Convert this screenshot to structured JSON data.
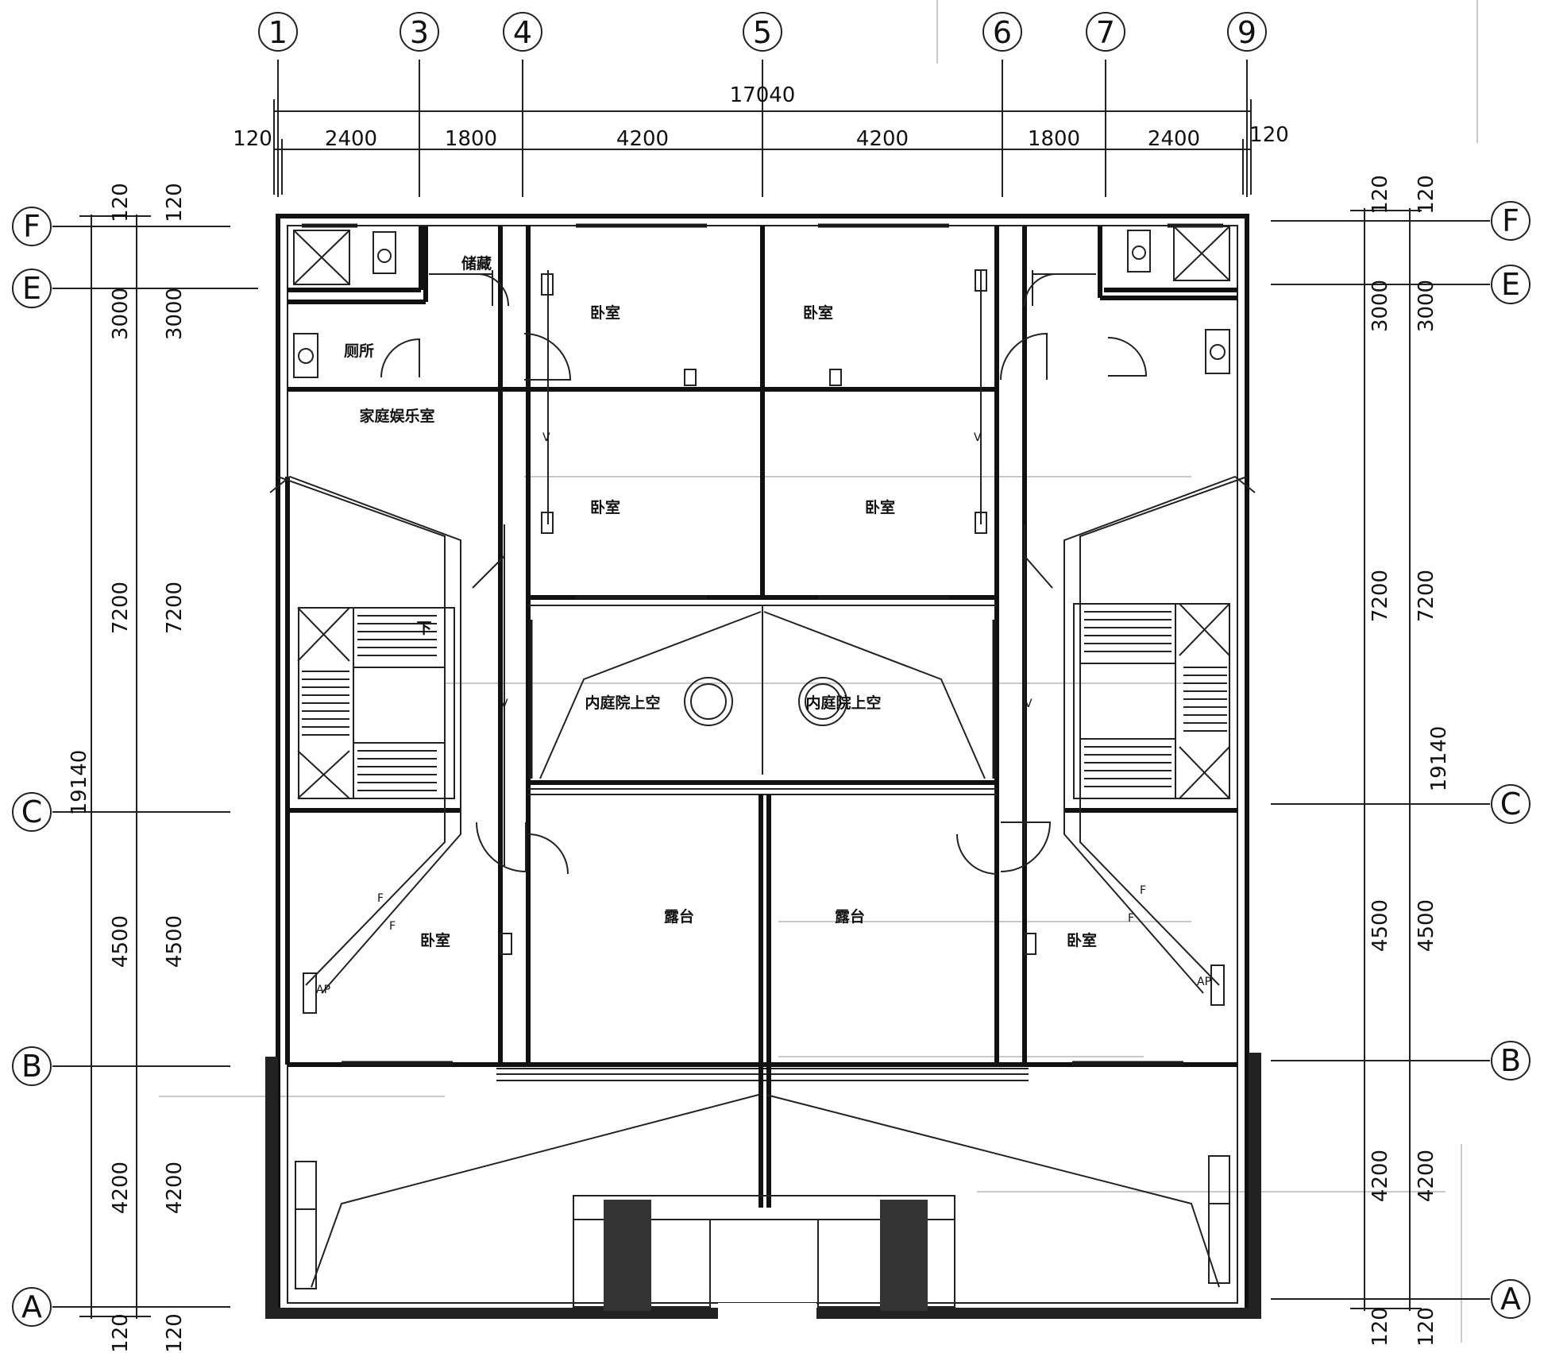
{
  "drawing": {
    "title": "",
    "axes_top": [
      "1",
      "3",
      "4",
      "5",
      "6",
      "7",
      "9"
    ],
    "axes_side": [
      "F",
      "E",
      "C",
      "B",
      "A"
    ],
    "dims_top": {
      "overall": "17040",
      "segments": [
        "120",
        "2400",
        "1800",
        "4200",
        "4200",
        "1800",
        "2400",
        "120"
      ]
    },
    "dims_left": {
      "overall": "19140",
      "segments": [
        "120",
        "3000",
        "7200",
        "4500",
        "4200",
        "120"
      ]
    },
    "dims_right": {
      "overall": "19140",
      "segments": [
        "120",
        "3000",
        "7200",
        "4500",
        "4200",
        "120"
      ]
    },
    "rooms": {
      "bedroom": "卧室",
      "toilet": "厕所",
      "storage": "储藏",
      "family_room": "家庭娱乐室",
      "courtyard_void": "内庭院上空",
      "terrace": "露台",
      "down": "下"
    },
    "equipment": {
      "ap_tag": "AP",
      "v_tag": "V",
      "f_tag": "F"
    },
    "colors": {
      "line": "#1a1a1a",
      "background": "#ffffff",
      "ghost": "#c9c9c9"
    }
  }
}
